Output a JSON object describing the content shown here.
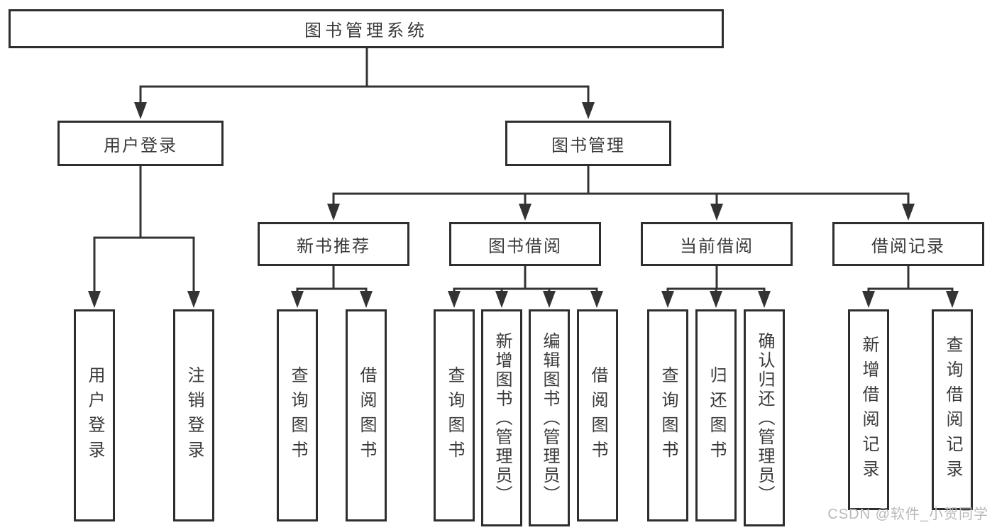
{
  "diagram": {
    "root": {
      "label": "图书管理系统"
    },
    "branches": {
      "user_login": {
        "label": "用户登录"
      },
      "book_mgmt": {
        "label": "图书管理"
      }
    },
    "modules": {
      "new_book_rec": {
        "label": "新书推荐"
      },
      "book_borrow": {
        "label": "图书借阅"
      },
      "current_borrow": {
        "label": "当前借阅"
      },
      "borrow_record": {
        "label": "借阅记录"
      }
    },
    "leaves": {
      "login": {
        "label": "用户登录"
      },
      "logout": {
        "label": "注销登录"
      },
      "rec_query_book": {
        "label": "查询图书"
      },
      "rec_borrow_book": {
        "label": "借阅图书"
      },
      "bb_query_book": {
        "label": "查询图书"
      },
      "bb_add_book": {
        "label": "新增图书（管理员）"
      },
      "bb_edit_book": {
        "label": "编辑图书（管理员）"
      },
      "bb_borrow_book": {
        "label": "借阅图书"
      },
      "cur_query_book": {
        "label": "查询图书"
      },
      "cur_return_book": {
        "label": "归还图书"
      },
      "cur_confirm_return": {
        "label": "确认归还（管理员）"
      },
      "record_add": {
        "label": "新增借阅记录"
      },
      "record_query": {
        "label": "查询借阅记录"
      }
    }
  },
  "watermark": {
    "text": "CSDN @软件_小贺同学"
  },
  "colors": {
    "line": "#333333",
    "text": "#3a3a3a",
    "background": "#ffffff",
    "watermark": "#b9b9b9"
  }
}
